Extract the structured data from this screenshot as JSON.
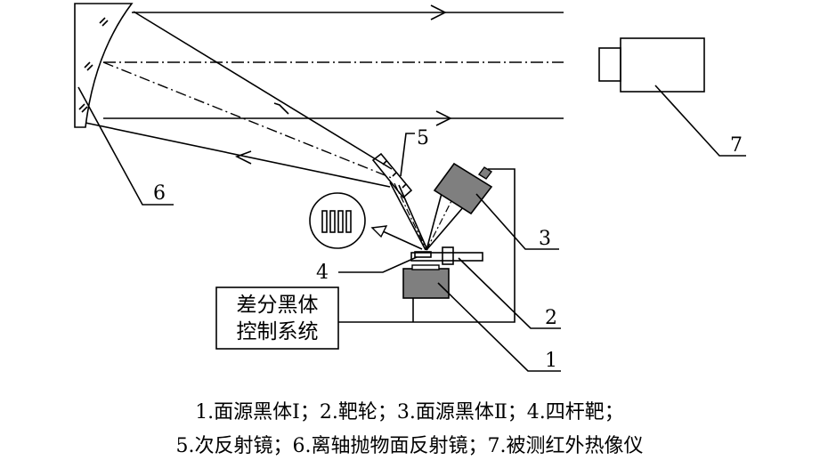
{
  "labels": {
    "n1": "1",
    "n2": "2",
    "n3": "3",
    "n4": "4",
    "n5": "5",
    "n6": "6",
    "n7": "7"
  },
  "control_box": {
    "line1": "差分黑体",
    "line2": "控制系统"
  },
  "caption": {
    "line1": "1.面源黑体Ⅰ；2.靶轮；3.面源黑体Ⅱ；4.四杆靶；",
    "line2": "5.次反射镜；6.离轴抛物面反射镜；7.被测红外热像仪"
  },
  "colors": {
    "line": "#000000",
    "blackbody_fill": "#7f7f7f",
    "background": "#ffffff"
  }
}
